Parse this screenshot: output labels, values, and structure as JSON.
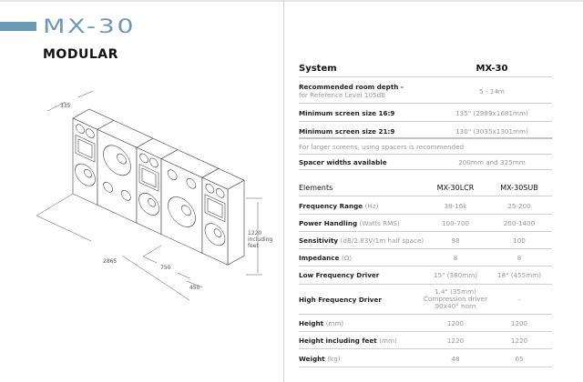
{
  "header": {
    "title": "MX-30",
    "subtitle": "MODULAR",
    "accent": "#6d9ab2"
  },
  "drawing": {
    "dims": {
      "depth": "335",
      "width": "2865",
      "sub_width": "750",
      "lcr_width": "450",
      "height": "1220",
      "height_note_1": "including",
      "height_note_2": "feet"
    }
  },
  "system": {
    "header": {
      "label": "System",
      "value": "MX-30"
    },
    "rows": [
      {
        "label": "Recommended room depth -",
        "sublabel": "for Reference Level 105dB",
        "value": "5 - 14m"
      },
      {
        "label": "Minimum screen size 16:9",
        "value": "135\" (2989x1681mm)"
      },
      {
        "label": "Minimum screen size 21:9",
        "value": "130\" (3035x1301mm)"
      },
      {
        "note": "For larger screens, using spacers is recommended"
      },
      {
        "label": "Spacer widths available",
        "value": "200mm and 325mm"
      }
    ]
  },
  "elements": {
    "header": {
      "label": "Elements",
      "col1": "MX-30LCR",
      "col2": "MX-30SUB"
    },
    "rows": [
      {
        "label": "Frequency Range",
        "unit": "(Hz)",
        "v1": "38-16k",
        "v2": "25-200"
      },
      {
        "label": "Power Handling",
        "unit": "(Watts RMS)",
        "v1": "100-700",
        "v2": "200-1400"
      },
      {
        "label": "Sensitivity",
        "unit": "(dB/2.83V/1m half space)",
        "v1": "98",
        "v2": "100"
      },
      {
        "label": "Impedance",
        "unit": "(Ω)",
        "v1": "8",
        "v2": "8"
      },
      {
        "label": "Low Frequency Driver",
        "unit": "",
        "v1": "15\" (380mm)",
        "v2": "18\" (455mm)"
      },
      {
        "label": "High Frequency Driver",
        "unit": "",
        "v1_lines": [
          "1.4\" (35mm)",
          "Compression driver",
          "90x40° horn"
        ],
        "v2": "-"
      },
      {
        "label": "Height",
        "unit": "(mm)",
        "v1": "1200",
        "v2": "1200"
      },
      {
        "label": "Height including feet",
        "unit": "(mm)",
        "v1": "1220",
        "v2": "1220"
      },
      {
        "label": "Weight",
        "unit": "(kg)",
        "v1": "48",
        "v2": "65"
      }
    ]
  }
}
